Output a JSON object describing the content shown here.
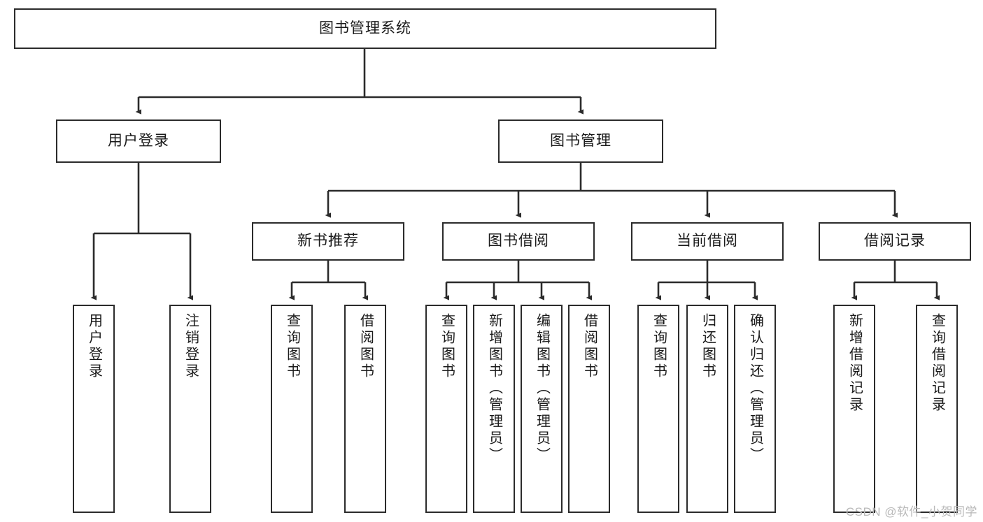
{
  "diagram": {
    "title": "图书管理系统",
    "type": "tree-hierarchy-diagram",
    "colors": {
      "border": "#2b2b2b",
      "background": "#ffffff",
      "text": "#1a1a1a",
      "watermark": "#b9b9b9"
    },
    "root": {
      "id": "root",
      "label": "图书管理系统"
    },
    "level2": [
      {
        "id": "user-login",
        "label": "用户登录"
      },
      {
        "id": "book-management",
        "label": "图书管理"
      }
    ],
    "level3": [
      {
        "id": "new-book-recommend",
        "label": "新书推荐"
      },
      {
        "id": "book-borrow",
        "label": "图书借阅"
      },
      {
        "id": "current-borrow",
        "label": "当前借阅"
      },
      {
        "id": "borrow-record",
        "label": "借阅记录"
      }
    ],
    "leaves": {
      "user_login": [
        {
          "id": "leaf-user-login",
          "label": "用户登录"
        },
        {
          "id": "leaf-logout-login",
          "label": "注销登录"
        }
      ],
      "new_book_recommend": [
        {
          "id": "leaf-query-book-1",
          "label": "查询图书"
        },
        {
          "id": "leaf-borrow-book-1",
          "label": "借阅图书"
        }
      ],
      "book_borrow": [
        {
          "id": "leaf-query-book-2",
          "label": "查询图书"
        },
        {
          "id": "leaf-add-book",
          "label": "新增图书（管理员）"
        },
        {
          "id": "leaf-edit-book",
          "label": "编辑图书（管理员）"
        },
        {
          "id": "leaf-borrow-book-2",
          "label": "借阅图书"
        }
      ],
      "current_borrow": [
        {
          "id": "leaf-query-book-3",
          "label": "查询图书"
        },
        {
          "id": "leaf-return-book",
          "label": "归还图书"
        },
        {
          "id": "leaf-confirm-return",
          "label": "确认归还（管理员）"
        }
      ],
      "borrow_record": [
        {
          "id": "leaf-add-borrow-record",
          "label": "新增借阅记录"
        },
        {
          "id": "leaf-query-borrow-record",
          "label": "查询借阅记录"
        }
      ]
    },
    "watermark": "CSDN @软件_小贺同学"
  }
}
